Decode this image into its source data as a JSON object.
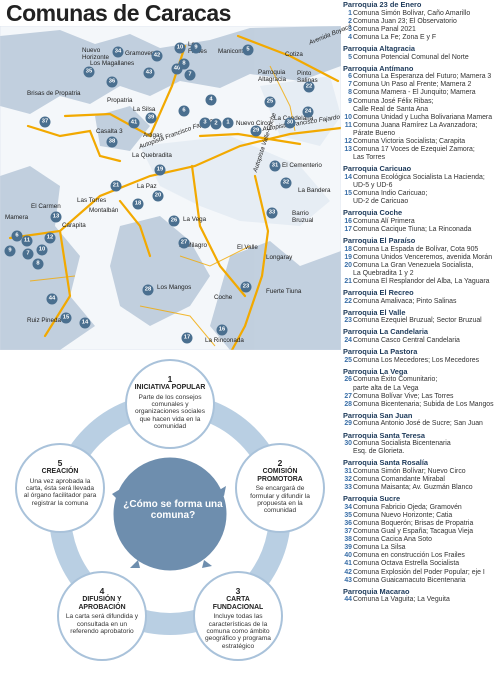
{
  "title": "Comunas de Caracas",
  "colors": {
    "map_bg": "#eef3f8",
    "hills": "#b9cadb",
    "roads": "#f2a900",
    "marker": "#4a6f8f",
    "accent": "#3a6fa8",
    "ring": "#b9cfe3",
    "center_fill": "#6e8eae",
    "parroquia_title": "#1d3a5a"
  },
  "map": {
    "labels": [
      {
        "id": "gramoven",
        "text": "Gramoven"
      },
      {
        "id": "nuevo_horizonte",
        "text": "Nuevo\nHorizonte"
      },
      {
        "id": "los_magallanes",
        "text": "Los Magallanes"
      },
      {
        "id": "los_frailes",
        "text": "Los\nFrailes"
      },
      {
        "id": "manicomio",
        "text": "Manicomio"
      },
      {
        "id": "cotiza",
        "text": "Cotiza"
      },
      {
        "id": "avenida_boyaca",
        "text": "Avenida Boyacá"
      },
      {
        "id": "parroquia_altagracia",
        "text": "Parroquia\nAltagracia"
      },
      {
        "id": "pinto_salinas",
        "text": "Pinto\nSalinas"
      },
      {
        "id": "brisas_de_propatria",
        "text": "Brisas de Propatria"
      },
      {
        "id": "propatria",
        "text": "Propatria"
      },
      {
        "id": "la_silsa",
        "text": "La Silsa"
      },
      {
        "id": "la_candelaria",
        "text": "La Candelaria"
      },
      {
        "id": "casalta_3",
        "text": "Casalta 3"
      },
      {
        "id": "artigas",
        "text": "Artigas"
      },
      {
        "id": "nuevo_circo",
        "text": "Nuevo Circo"
      },
      {
        "id": "autopista_francisco_fajardo",
        "text": "Autopista Francisco Fajardo"
      },
      {
        "id": "autopista_francisco_fajardo_2",
        "text": "Autopista Francisco Fajardo"
      },
      {
        "id": "la_quebradita",
        "text": "La Quebradita"
      },
      {
        "id": "el_cementerio",
        "text": "El Cementerio"
      },
      {
        "id": "autopista_valle_coche",
        "text": "Autopista Valle-Coche"
      },
      {
        "id": "la_bandera",
        "text": "La Bandera"
      },
      {
        "id": "la_paz",
        "text": "La Paz"
      },
      {
        "id": "las_torres",
        "text": "Las Torres"
      },
      {
        "id": "el_carmen",
        "text": "El Carmen"
      },
      {
        "id": "montalban",
        "text": "Montalbán"
      },
      {
        "id": "la_vega",
        "text": "La Vega"
      },
      {
        "id": "mamera",
        "text": "Mamera"
      },
      {
        "id": "carapita",
        "text": "Carapita"
      },
      {
        "id": "barrio_bruzual",
        "text": "Barrio\nBruzual"
      },
      {
        "id": "el_milagro",
        "text": "El Milagro"
      },
      {
        "id": "el_valle",
        "text": "El Valle"
      },
      {
        "id": "longaray",
        "text": "Longaray"
      },
      {
        "id": "los_mangos",
        "text": "Los Mangos"
      },
      {
        "id": "fuerte_tiuna",
        "text": "Fuerte Tiuna"
      },
      {
        "id": "coche",
        "text": "Coche"
      },
      {
        "id": "ruiz_pineda",
        "text": "Ruiz Pineda"
      },
      {
        "id": "la_rinconada",
        "text": "La Rinconada"
      }
    ],
    "markers": [
      "34",
      "35",
      "36",
      "37",
      "38",
      "39",
      "40",
      "41",
      "42",
      "43",
      "44",
      "10",
      "9",
      "8",
      "7",
      "5",
      "4",
      "3",
      "2",
      "1",
      "6",
      "11",
      "12",
      "13",
      "14",
      "15",
      "16",
      "17",
      "18",
      "19",
      "20",
      "21",
      "22",
      "23",
      "24",
      "25",
      "26",
      "27",
      "28",
      "29",
      "30",
      "31",
      "32",
      "33"
    ]
  },
  "process": {
    "center": "¿Cómo se forma una comuna?",
    "steps": [
      {
        "num": "1",
        "title": "Iniciativa popular",
        "desc": "Parte de los consejos comunales y organizaciones sociales que hacen vida en la comunidad"
      },
      {
        "num": "2",
        "title": "Comisión promotora",
        "desc": "Se encargará de formular y difundir la propuesta en la comunidad"
      },
      {
        "num": "3",
        "title": "Carta fundacional",
        "desc": "Incluye todas las características de la comuna como ámbito geográfico y programa estratégico"
      },
      {
        "num": "4",
        "title": "Difusión y aprobación",
        "desc": "La carta será difundida y consultada en un referendo aprobatorio"
      },
      {
        "num": "5",
        "title": "Creación",
        "desc": "Una vez aprobada la carta, ésta será llevada al órgano facilitador para registrar la comuna"
      }
    ]
  },
  "parroquias": [
    {
      "name": "Parroquia 23 de Enero",
      "items": [
        {
          "n": "1",
          "t": "Comuna Simón Bolívar, Caño Amarillo"
        },
        {
          "n": "2",
          "t": "Comuna Juan 23; El Observatorio"
        },
        {
          "n": "3",
          "t": "Comuna Panal 2021"
        },
        {
          "n": "4",
          "t": "Comuna La Fe; Zona E y F"
        }
      ]
    },
    {
      "name": "Parroquia Altagracia",
      "items": [
        {
          "n": "5",
          "t": "Comuna Potencial Comunal del Norte"
        }
      ]
    },
    {
      "name": "Parroquia Antímano",
      "items": [
        {
          "n": "6",
          "t": "Comuna La Esperanza del Futuro; Mamera 3"
        },
        {
          "n": "7",
          "t": "Comuna Un Paso al Frente; Mamera 2"
        },
        {
          "n": "8",
          "t": "Comuna Mamera - El Junquito; Mamera"
        },
        {
          "n": "9",
          "t": "Comuna José Félix Ribas;"
        },
        {
          "n": "",
          "t": "Calle Real de Santa Ana"
        },
        {
          "n": "10",
          "t": "Comuna Unidad y Lucha Bolivariana Mamera"
        },
        {
          "n": "11",
          "t": "Comuna Juana Ramírez La Avanzadora;"
        },
        {
          "n": "",
          "t": "Párate Bueno"
        },
        {
          "n": "12",
          "t": "Comuna Victoria Socialista; Carapita"
        },
        {
          "n": "13",
          "t": "Comuna 17 Voces de Ezequiel Zamora;"
        },
        {
          "n": "",
          "t": "Las Torres"
        }
      ]
    },
    {
      "name": "Parroquia Caricuao",
      "items": [
        {
          "n": "14",
          "t": "Comuna Ecológica Socialista La Hacienda;"
        },
        {
          "n": "",
          "t": "UD-5 y UD-6"
        },
        {
          "n": "15",
          "t": "Comuna Indio Caricuao;"
        },
        {
          "n": "",
          "t": "UD-2 de Caricuao"
        }
      ]
    },
    {
      "name": "Parroquia Coche",
      "items": [
        {
          "n": "16",
          "t": "Comuna Alí Primera"
        },
        {
          "n": "17",
          "t": "Comuna Cacique Tiuna; La Rinconada"
        }
      ]
    },
    {
      "name": "Parroquia El Paraíso",
      "items": [
        {
          "n": "18",
          "t": "Comuna La Espada de Bolívar, Cota 905"
        },
        {
          "n": "19",
          "t": "Comuna Unidos Venceremos, avenida Morán"
        },
        {
          "n": "20",
          "t": "Comuna La Gran Venezuela Socialista,"
        },
        {
          "n": "",
          "t": "La Quebradita 1 y 2"
        },
        {
          "n": "21",
          "t": "Comuna El Resplandor del Alba, La Yaguara"
        }
      ]
    },
    {
      "name": "Parroquia El Recreo",
      "items": [
        {
          "n": "22",
          "t": "Comuna Amalivaca; Pinto Salinas"
        }
      ]
    },
    {
      "name": "Parroquia El Valle",
      "items": [
        {
          "n": "23",
          "t": "Comuna Ezequiel Bruzual; Sector Bruzual"
        }
      ]
    },
    {
      "name": "Parroquia La Candelaria",
      "items": [
        {
          "n": "24",
          "t": "Comuna Casco Central Candelaria"
        }
      ]
    },
    {
      "name": "Parroquia La Pastora",
      "items": [
        {
          "n": "25",
          "t": "Comuna Los Mecedores; Los Mecedores"
        }
      ]
    },
    {
      "name": "Parroquia La Vega",
      "items": [
        {
          "n": "26",
          "t": "Comuna Éxito Comunitario;"
        },
        {
          "n": "",
          "t": "parte alta de La Vega"
        },
        {
          "n": "27",
          "t": "Comuna Bolívar Vive; Las Torres"
        },
        {
          "n": "28",
          "t": "Comuna Bicentenaria;  Subida de Los Mangos"
        }
      ]
    },
    {
      "name": "Parroquia San Juan",
      "items": [
        {
          "n": "29",
          "t": "Comuna Antonio José de Sucre; San Juan"
        }
      ]
    },
    {
      "name": "Parroquia Santa Teresa",
      "items": [
        {
          "n": "30",
          "t": "Comuna Socialista Bicentenaria"
        },
        {
          "n": "",
          "t": "Esq. de Glorieta."
        }
      ]
    },
    {
      "name": "Parroquia Santa Rosalía",
      "items": [
        {
          "n": "31",
          "t": "Comuna Simón Bolívar; Nuevo Circo"
        },
        {
          "n": "32",
          "t": "Comuna Comandante Mirabal"
        },
        {
          "n": "33",
          "t": "Comuna Maisanta; Av. Guzmán Blanco"
        }
      ]
    },
    {
      "name": "Parroquia Sucre",
      "items": [
        {
          "n": "34",
          "t": "Comuna Fabricio Ojeda; Gramovén"
        },
        {
          "n": "35",
          "t": "Comuna Nuevo Horizonte; Catia"
        },
        {
          "n": "36",
          "t": "Comuna Boquerón; Brisas de Propatria"
        },
        {
          "n": "37",
          "t": "Comuna Gual y España; Tacagua Vieja"
        },
        {
          "n": "38",
          "t": "Comuna Cacica Ana Soto"
        },
        {
          "n": "39",
          "t": "Comuna La Silsa"
        },
        {
          "n": "40",
          "t": "Comuna en construcción Los Frailes"
        },
        {
          "n": "41",
          "t": "Comuna Octava Estrella Socialista"
        },
        {
          "n": "42",
          "t": "Comuna Explosión del Poder Popular; eje I"
        },
        {
          "n": "43",
          "t": "Comuna Guaicamacuto Bicentenaria"
        }
      ]
    },
    {
      "name": "Parroquia Macarao",
      "items": [
        {
          "n": "44",
          "t": "Comuna La Vaguita; La Veguita"
        }
      ]
    }
  ]
}
